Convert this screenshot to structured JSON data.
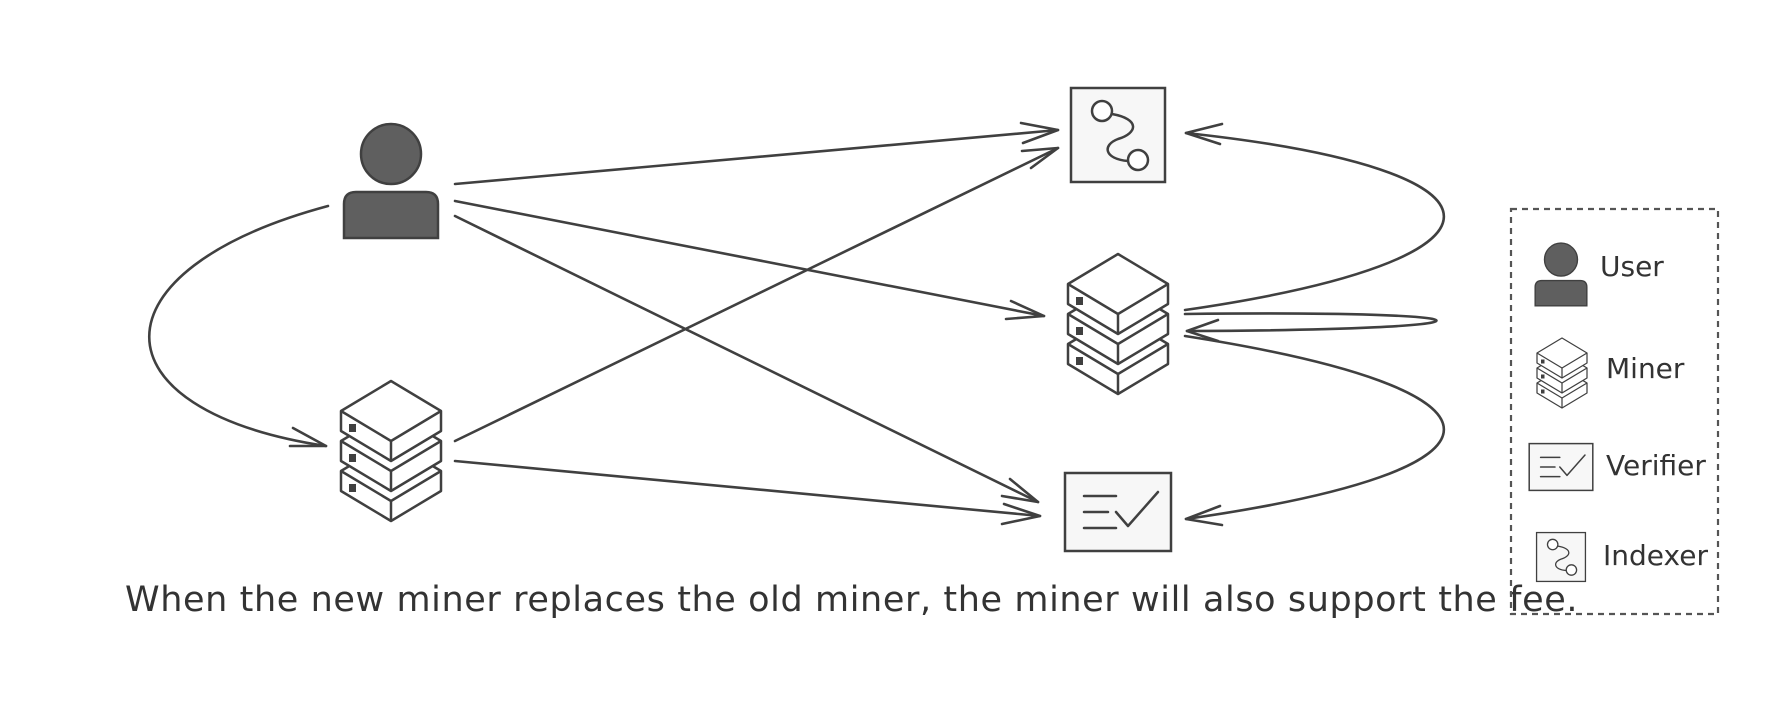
{
  "caption": "When the new miner replaces the old miner, the miner will also support the fee.",
  "legend": {
    "user": "User",
    "miner": "Miner",
    "verifier": "Verifier",
    "indexer": "Indexer"
  },
  "colors": {
    "stroke": "#404040",
    "user_fill": "#5f5f5f",
    "box_fill": "#f7f7f7",
    "text": "#333333"
  }
}
